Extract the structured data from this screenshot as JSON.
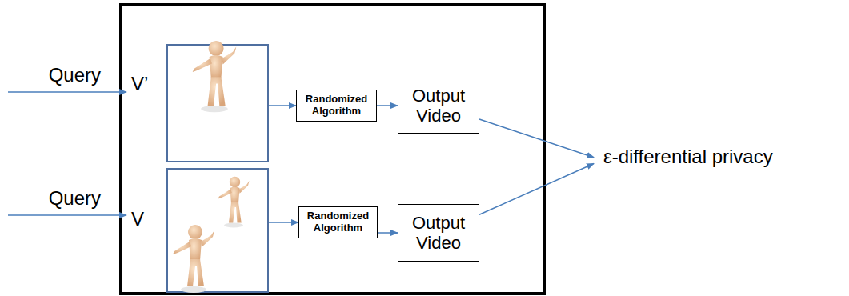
{
  "diagram": {
    "nodes": [
      {
        "text": [
          "Query"
        ]
      },
      {
        "text": [
          "V’"
        ]
      },
      {
        "text": [
          "Randomized Algorithm"
        ]
      },
      {
        "text": [
          "Output Video"
        ]
      },
      {
        "text": [
          "Query"
        ]
      },
      {
        "text": [
          "V"
        ]
      },
      {
        "text": [
          "Randomized Algorithm"
        ]
      },
      {
        "text": [
          "Output Video"
        ]
      },
      {
        "text": [
          "ε-differential privacy"
        ]
      }
    ],
    "edges": [
      {
        "from": 0,
        "to": 1,
        "arrow": "to"
      },
      {
        "from": 1,
        "to": 2,
        "arrow": "to"
      },
      {
        "from": 2,
        "to": 3,
        "arrow": "to"
      },
      {
        "from": 3,
        "to": 8,
        "arrow": "to"
      },
      {
        "from": 4,
        "to": 5,
        "arrow": "to"
      },
      {
        "from": 5,
        "to": 6,
        "arrow": "to"
      },
      {
        "from": 6,
        "to": 7,
        "arrow": "to"
      },
      {
        "from": 7,
        "to": 8,
        "arrow": "to"
      }
    ]
  }
}
